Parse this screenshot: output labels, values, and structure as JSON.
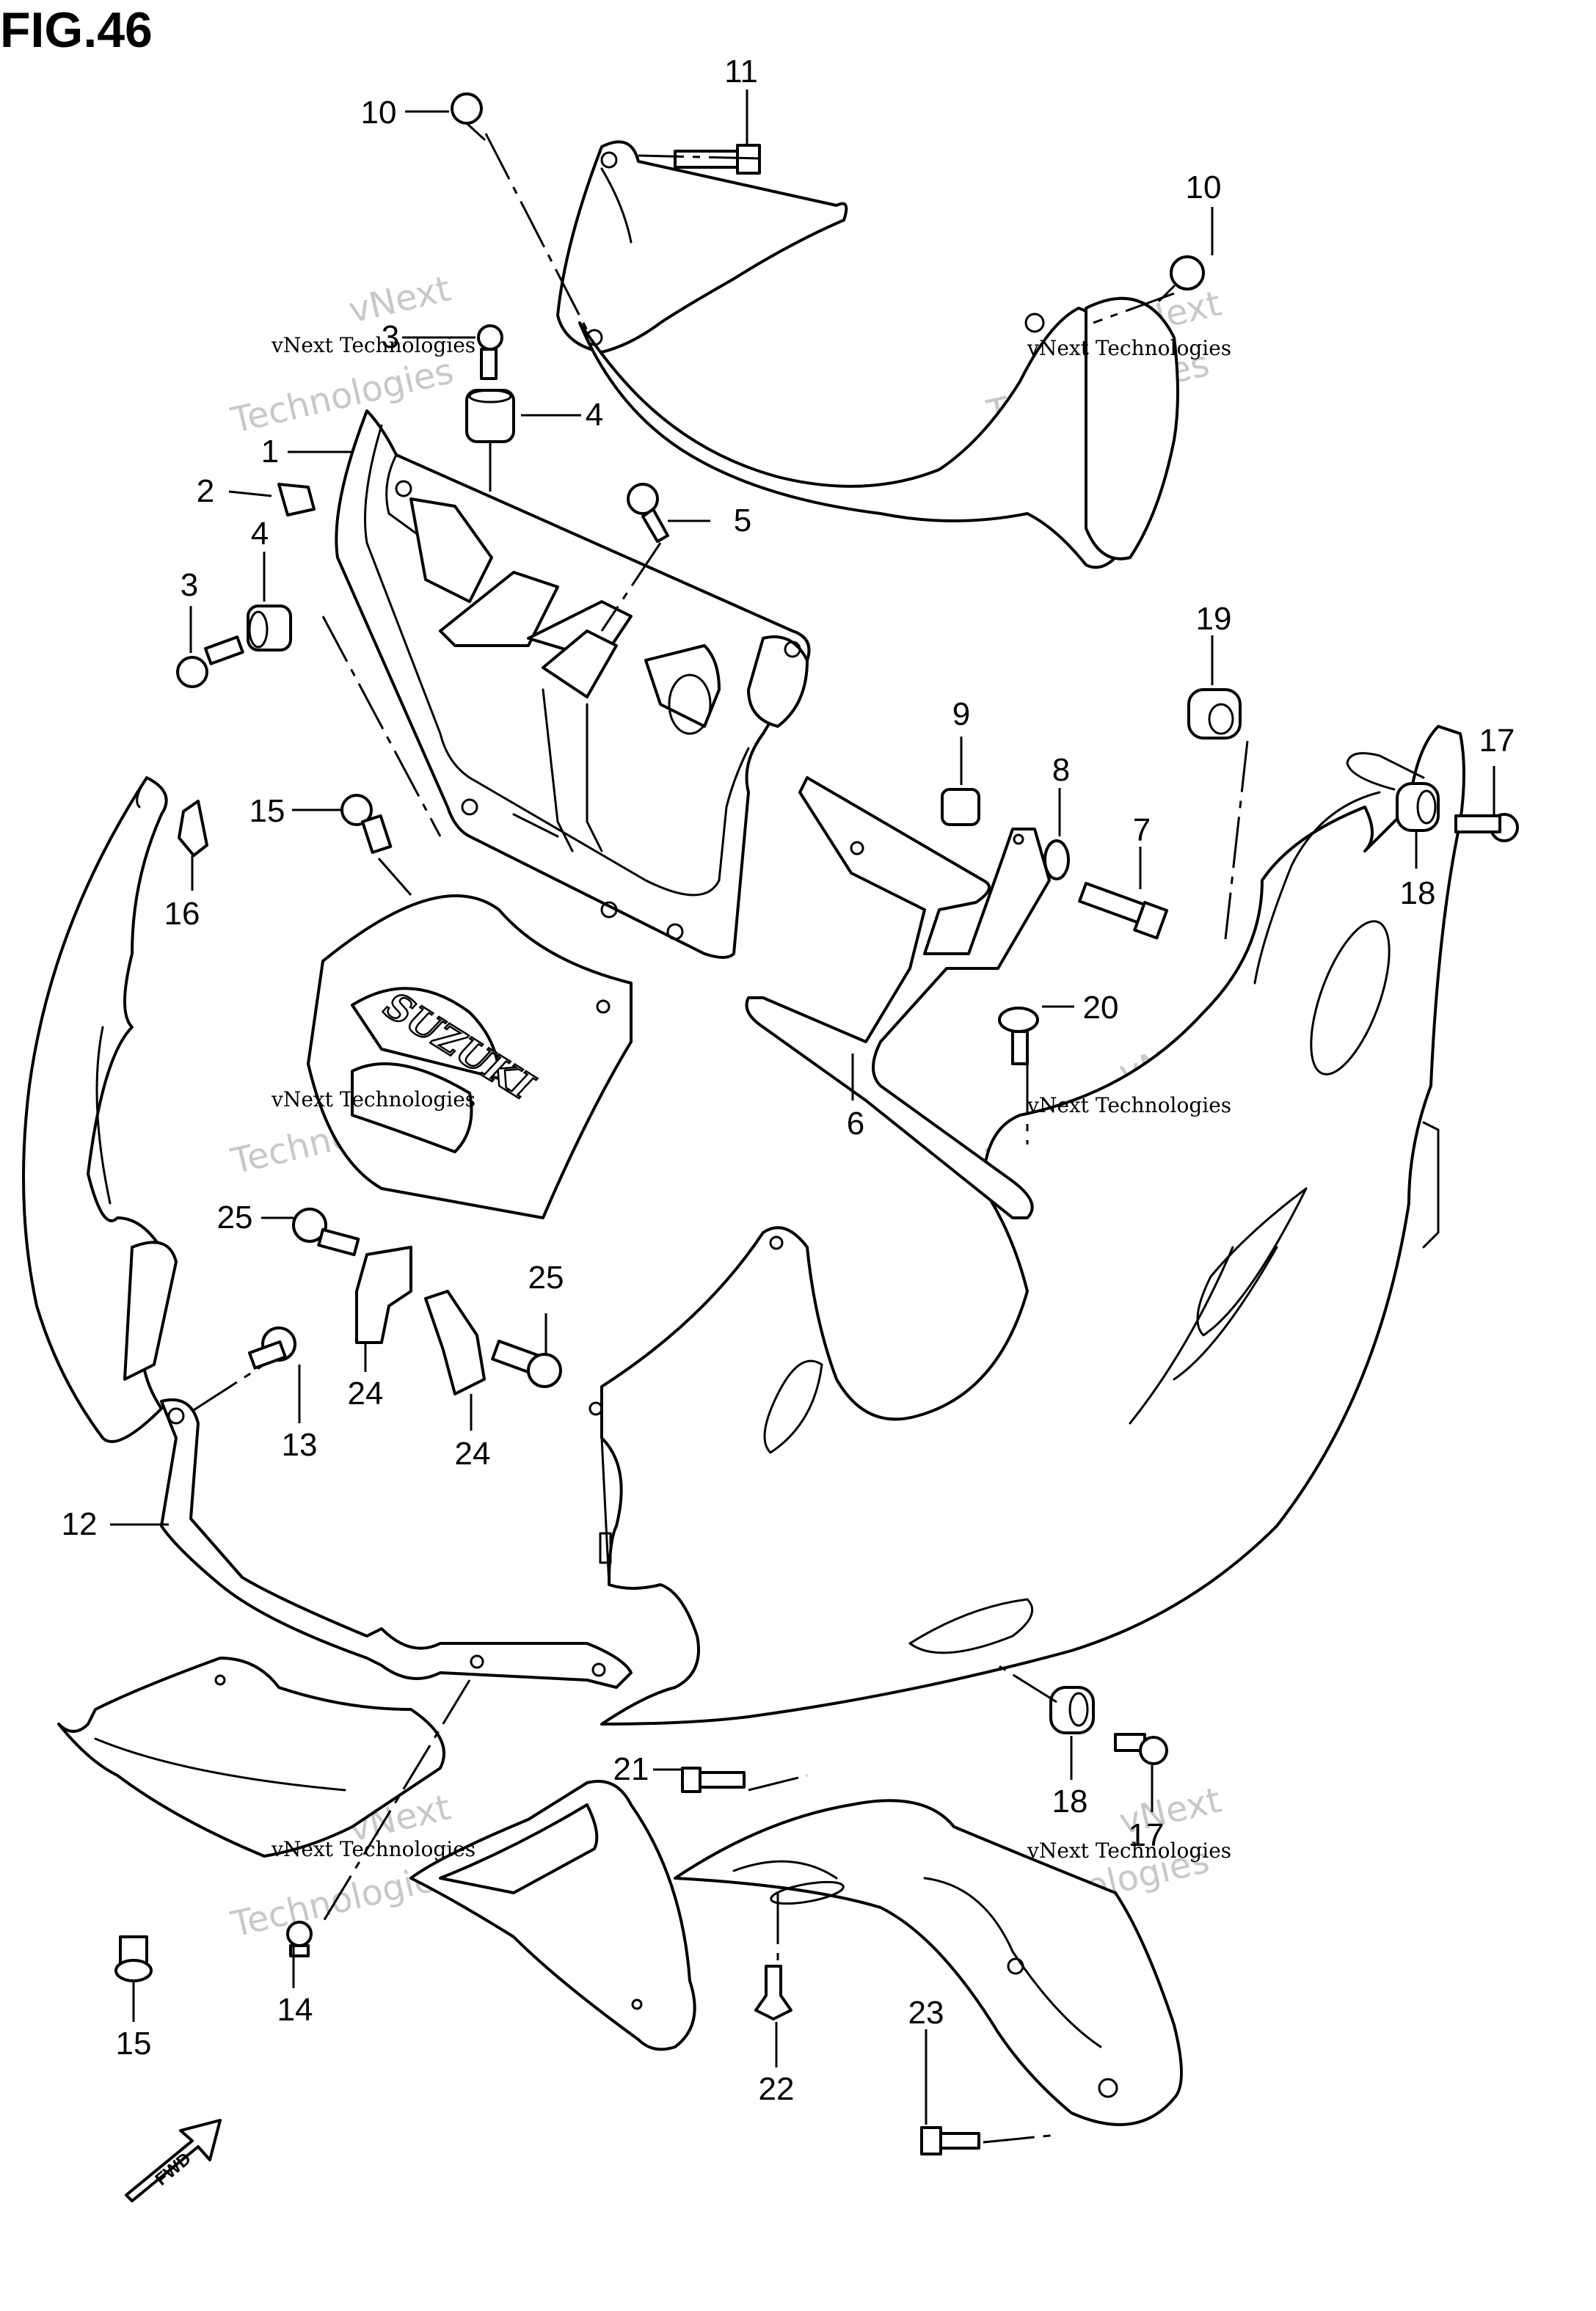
{
  "figure": {
    "title": "FIG.46"
  },
  "watermarks": [
    {
      "line1": "vNext Technologies",
      "line2": "Technologies",
      "line3": "vNext"
    },
    {
      "line1": "vNext Technologies",
      "line2": "Technologies",
      "line3": "vNext"
    },
    {
      "line1": "vNext Technologies",
      "line2": "Technologies",
      "line3": "vNext"
    },
    {
      "line1": "vNext Technologies",
      "line2": "Technologies",
      "line3": "vNext"
    },
    {
      "line1": "vNext Technologies",
      "line2": "Technologies",
      "line3": "vNext"
    },
    {
      "line1": "vNext Technologies",
      "line2": "Technologies",
      "line3": "vNext"
    }
  ],
  "logo_text": "SUZUKI",
  "fwd_label": "FWD",
  "callouts": [
    "1",
    "2",
    "3",
    "3",
    "4",
    "4",
    "5",
    "6",
    "7",
    "8",
    "9",
    "10",
    "10",
    "11",
    "12",
    "13",
    "14",
    "15",
    "15",
    "16",
    "17",
    "17",
    "18",
    "18",
    "19",
    "20",
    "21",
    "22",
    "23",
    "24",
    "24",
    "25",
    "25"
  ],
  "colors": {
    "ink": "#000000",
    "paper": "#ffffff",
    "watermark": "#c8c8c8"
  }
}
